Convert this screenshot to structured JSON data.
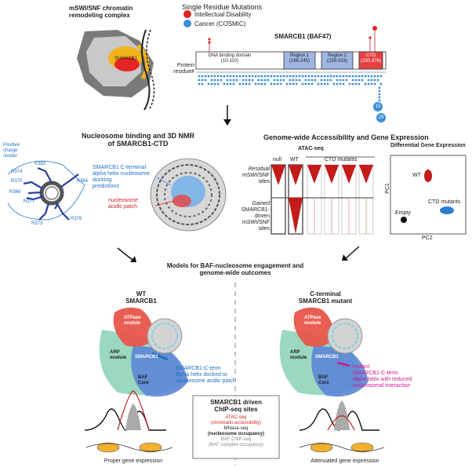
{
  "top": {
    "complex_title_line1": "mSWI/SNF chromatin",
    "complex_title_line2": "remodeling complex",
    "smarcb1_small": "SMARCB1",
    "mutations_title": "Single Residue Mutations",
    "legend_id": "Intellectual Disability",
    "legend_cancer": "Cancer (COSMIC)",
    "protein_name": "SMARCB1 (BAF47)",
    "residue_label_line1": "Protein",
    "residue_label_line2": "residue#",
    "domains": [
      {
        "name": "DNA binding domain",
        "range": "(10-110)"
      },
      {
        "name": "Region 1",
        "range": "(186-245)"
      },
      {
        "name": "Region 2",
        "range": "(259-319)"
      },
      {
        "name": "CTD",
        "range": "(330-376)"
      }
    ],
    "count_badge_1": "15",
    "count_badge_2": "29",
    "colors": {
      "id_red": "#e02424",
      "cancer_blue": "#3b8ed8"
    }
  },
  "left_panel": {
    "title_line1": "Nucleosome binding and 3D NMR",
    "title_line2": "of SMARCB1-CTD",
    "cluster_label_line1": "Positive",
    "cluster_label_line2": "charge",
    "cluster_label_line3": "cluster",
    "residues": [
      "K363",
      "R374",
      "R370",
      "R366",
      "R377",
      "K364",
      "R373",
      "R376"
    ],
    "helix_caption_line1": "SMARCB1 C-terminal",
    "helix_caption_line2": "alpha helix nucleosome docking",
    "helix_caption_line3": "predictions",
    "patch_line1": "nucleosome",
    "patch_line2": "acidic patch"
  },
  "right_panel": {
    "title": "Genome-wide Accessibility and Gene Expression",
    "atac_title": "ATAC-seq",
    "columns": [
      "null",
      "WT",
      "CTD mutants"
    ],
    "residual_line1": "Residual",
    "residual_line2": "mSWI/SNF",
    "residual_line3": "sites",
    "gained_line1": "Gained",
    "gained_line2": "SMARCB1-",
    "gained_line3": "driven",
    "gained_line4": "mSWI/SNF",
    "gained_line5": "sites",
    "dge_title": "Differential Gene Expression",
    "pc1": "PC1",
    "pc2": "PC2",
    "wt": "WT",
    "ctd_mutants": "CTD mutants",
    "empty": "Empty"
  },
  "models": {
    "title_line1": "Models for BAF-nucleosome engagement and",
    "title_line2": "genome-wide outcomes",
    "wt_line1": "WT",
    "wt_line2": "SMARCB1",
    "mut_line1": "C-terminal",
    "mut_line2": "SMARCB1 mutant",
    "atpase_line1": "ATPase",
    "atpase_line2": "module",
    "arp_line1": "ARP",
    "arp_line2": "module",
    "smarcb1": "SMARCB1",
    "baf_line1": "BAF",
    "baf_line2": "Core",
    "wt_caption_line1": "SMARCB1-C-term",
    "wt_caption_line2": "alpha helix docked to",
    "wt_caption_line3": "nucleosome acidic patch",
    "mut_caption_line1": "mutant",
    "mut_caption_line2": "SMARCB1-C-term",
    "mut_caption_line3": "alpha helix with reduced",
    "mut_caption_line4": "nucleosomal interaction",
    "legend_title_line1": "SMARCB1 driven",
    "legend_title_line2": "ChIP-seq sites",
    "legend_atac_line1": "ATAC-seq",
    "legend_atac_line2": "(chromatin accessibility)",
    "legend_mnase_line1": "MNase-seq",
    "legend_mnase_line2": "(nucleosome occupancy)",
    "legend_baf_line1": "BAF ChIP-seq",
    "legend_baf_line2": "(BAF complex occupancy)",
    "proper": "Proper gene expression",
    "attenuated": "Attenuated gene expression"
  }
}
